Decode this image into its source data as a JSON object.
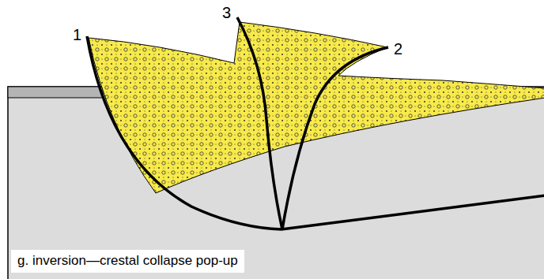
{
  "diagram": {
    "caption": "g. inversion—crestal collapse pop-up",
    "labels": [
      "1",
      "3",
      "2"
    ]
  }
}
